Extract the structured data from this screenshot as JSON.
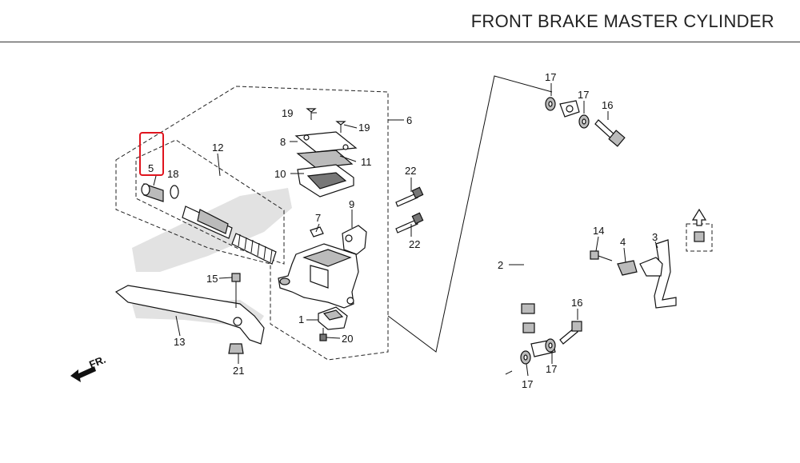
{
  "header": {
    "title": "FRONT BRAKE MASTER CYLINDER"
  },
  "callouts": {
    "n1": "1",
    "n2": "2",
    "n3": "3",
    "n4": "4",
    "n5": "5",
    "n6": "6",
    "n7": "7",
    "n8": "8",
    "n9": "9",
    "n10": "10",
    "n11": "11",
    "n12": "12",
    "n13": "13",
    "n14": "14",
    "n15": "15",
    "n16a": "16",
    "n16b": "16",
    "n17a": "17",
    "n17b": "17",
    "n17c": "17",
    "n17d": "17",
    "n18": "18",
    "n19a": "19",
    "n19b": "19",
    "n20": "20",
    "n21": "21",
    "n22a": "22",
    "n22b": "22"
  },
  "fr_mark": "FR.",
  "colors": {
    "highlight": "#e0141e",
    "line": "#111111",
    "ghost": "#e2e2e2"
  },
  "icons": {
    "direction_arrow": "up-arrow-icon",
    "front_arrow": "front-arrow-icon"
  }
}
